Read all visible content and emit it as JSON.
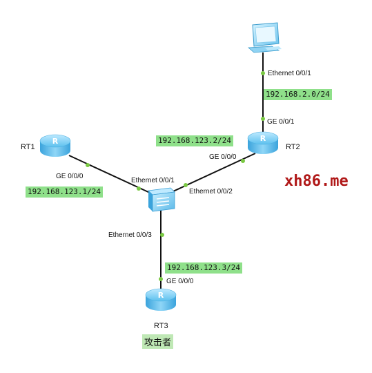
{
  "watermark": "xh86.me",
  "devices": {
    "pc": {
      "name": ""
    },
    "rt1": {
      "name": "RT1"
    },
    "rt2": {
      "name": "RT2"
    },
    "rt3": {
      "name": "RT3",
      "role": "攻击者"
    },
    "switch": {
      "name": ""
    }
  },
  "ports": {
    "pc_e001": "Ethernet 0/0/1",
    "rt2_ge001": "GE 0/0/1",
    "rt2_ge000": "GE 0/0/0",
    "rt1_ge000": "GE 0/0/0",
    "sw_e001": "Ethernet 0/0/1",
    "sw_e002": "Ethernet 0/0/2",
    "sw_e003": "Ethernet 0/0/3",
    "rt3_ge000": "GE 0/0/0"
  },
  "ips": {
    "pc_net": "192.168.2.0/24",
    "rt2": "192.168.123.2/24",
    "rt1": "192.168.123.1/24",
    "rt3": "192.168.123.3/24"
  },
  "colors": {
    "link": "#111111",
    "port_dot": "#7ac943",
    "ip_bg": "#8fe08a",
    "role_bg": "#bfe8b5",
    "router_blue": "#6cc7f0",
    "watermark": "#b01818"
  }
}
